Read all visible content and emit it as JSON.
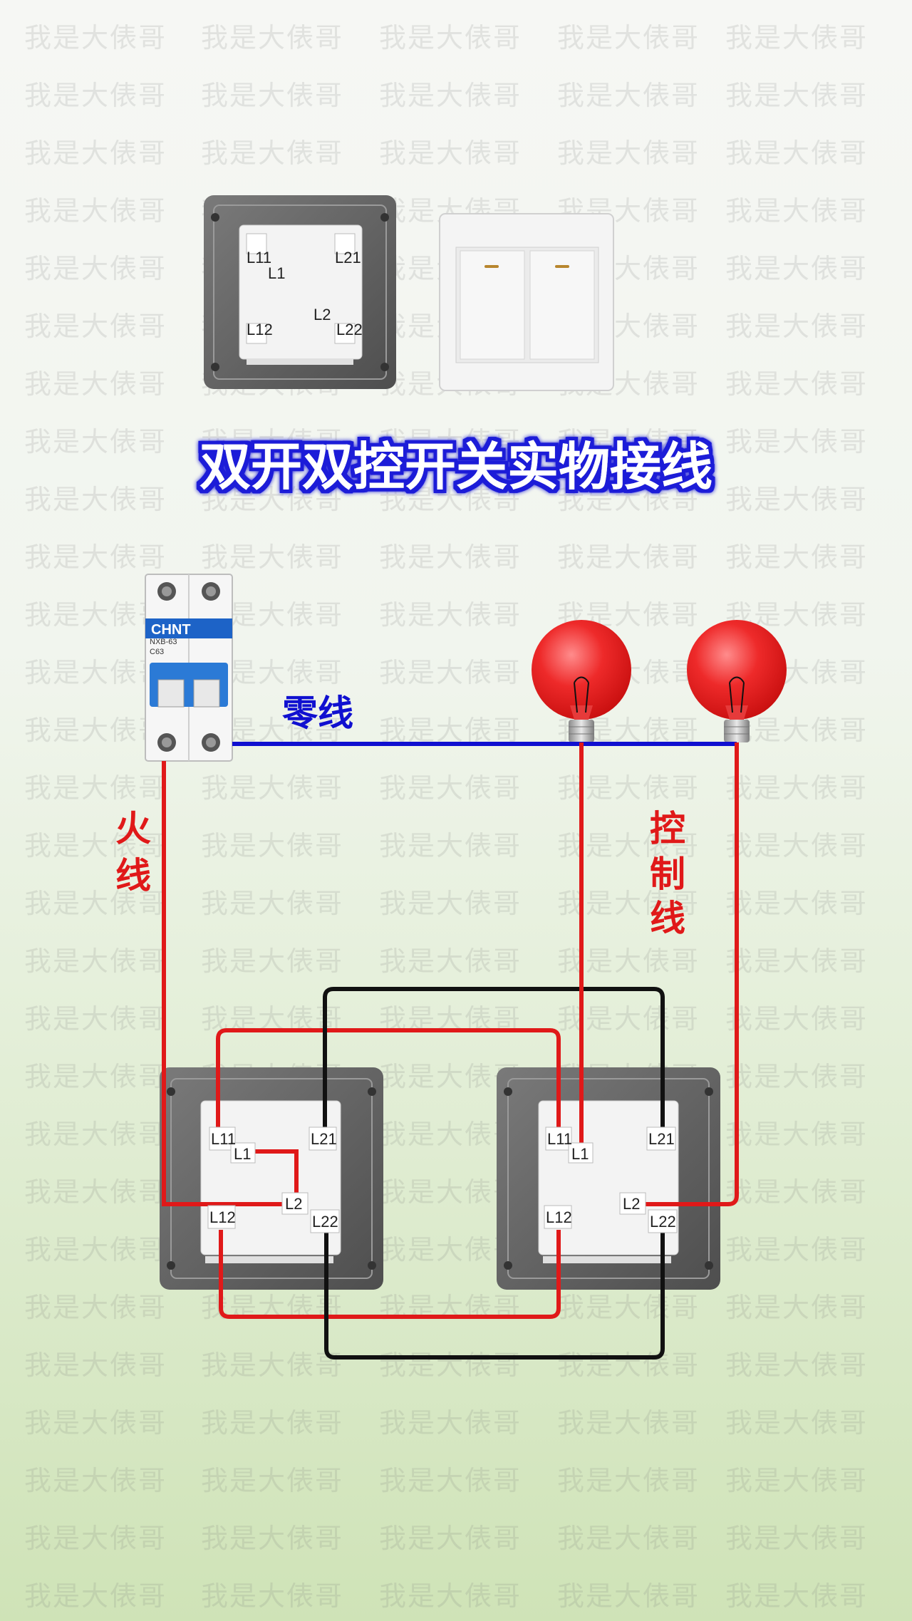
{
  "title": "双开双控开关实物接线",
  "watermark_text": "我是大俵哥",
  "breaker": {
    "brand": "CHNT",
    "model": "NXB-63",
    "rating": "C63"
  },
  "wire_labels": {
    "neutral": "零线",
    "live_1": "火",
    "live_2": "线",
    "control_1": "控",
    "control_2": "制",
    "control_3": "线"
  },
  "terminals": {
    "l11": "L11",
    "l1": "L1",
    "l21": "L21",
    "l2": "L2",
    "l12": "L12",
    "l22": "L22"
  },
  "colors": {
    "neutral": "#1010d0",
    "live": "#e01919",
    "black_wire": "#111111",
    "title_fill": "#ffffff",
    "title_glow": "#1d1dd8",
    "bulb": "#ec1c24"
  }
}
